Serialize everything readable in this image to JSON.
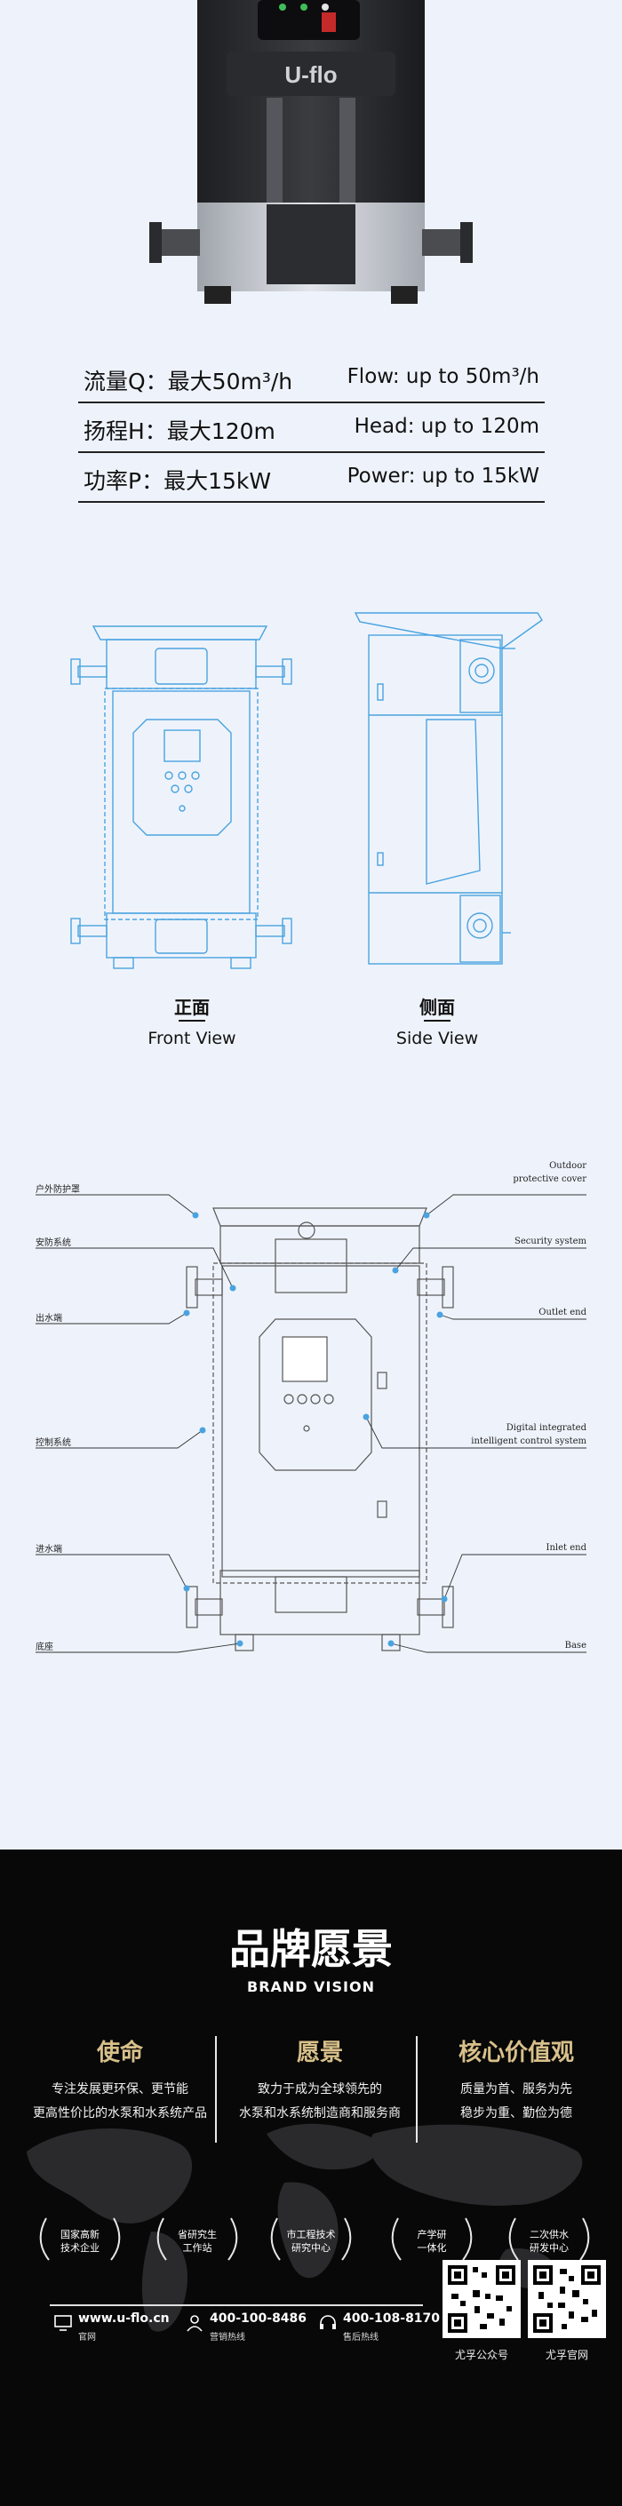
{
  "product": {
    "logo": "U-flo"
  },
  "specs": [
    {
      "cn": "流量Q：最大50m³/h",
      "en": "Flow:   up to   50m³/h"
    },
    {
      "cn": "扬程H：最大120m",
      "en": "Head:  up to  120m"
    },
    {
      "cn": "功率P：最大15kW",
      "en": "Power: up to  15kW"
    }
  ],
  "views": {
    "front_cn": "正面",
    "front_en": "Front View",
    "side_cn": "侧面",
    "side_en": "Side View"
  },
  "annotations": {
    "left": [
      "户外防护罩",
      "安防系统",
      "出水端",
      "控制系统",
      "进水端",
      "底座"
    ],
    "right": [
      "Outdoor\nprotective cover",
      "Security system",
      "Outlet end",
      "Digital integrated\nintelligent control system",
      "Inlet end",
      "Base"
    ]
  },
  "brand": {
    "title": "品牌愿景",
    "subtitle": "BRAND VISION",
    "columns": [
      {
        "heading": "使命",
        "lines": [
          "专注发展更环保、更节能",
          "更高性价比的水泵和水系统产品"
        ]
      },
      {
        "heading": "愿景",
        "lines": [
          "致力于成为全球领先的",
          "水泵和水系统制造商和服务商"
        ]
      },
      {
        "heading": "核心价值观",
        "lines": [
          "质量为首、服务为先",
          "稳步为重、勤俭为德"
        ]
      }
    ],
    "badges": [
      [
        "国家高新",
        "技术企业"
      ],
      [
        "省研究生",
        "工作站"
      ],
      [
        "市工程技术",
        "研究中心"
      ],
      [
        "产学研",
        "一体化"
      ],
      [
        "二次供水",
        "研发中心"
      ]
    ],
    "contacts": [
      {
        "value": "www.u-flo.cn",
        "label": "官网"
      },
      {
        "value": "400-100-8486",
        "label": "营销热线"
      },
      {
        "value": "400-108-8170",
        "label": "售后热线"
      }
    ],
    "qr": [
      {
        "label": "尤孚公众号"
      },
      {
        "label": "尤孚官网"
      }
    ]
  },
  "colors": {
    "line_blue": "#4aa3e0",
    "gold": "#d8c08a",
    "dark": "#080808"
  }
}
